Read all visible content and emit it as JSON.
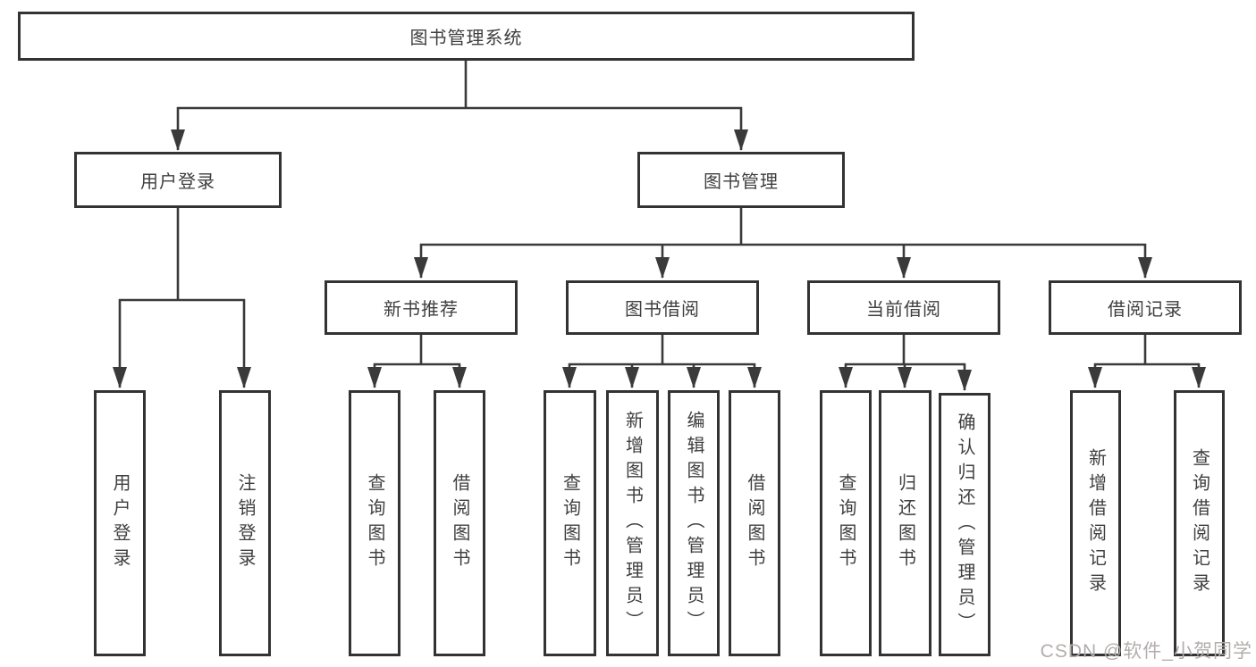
{
  "colors": {
    "line": "#3a3a3a",
    "box_border": "#333333",
    "text": "#3f3f3f",
    "watermark": "#b3adad",
    "background": "#ffffff"
  },
  "watermark": {
    "text": "CSDN @软件_小贺同学"
  },
  "tree": {
    "label": "图书管理系统",
    "children": [
      {
        "label": "用户登录",
        "children": [
          {
            "label": "用户登录"
          },
          {
            "label": "注销登录"
          }
        ]
      },
      {
        "label": "图书管理",
        "children": [
          {
            "label": "新书推荐",
            "children": [
              {
                "label": "查询图书"
              },
              {
                "label": "借阅图书"
              }
            ]
          },
          {
            "label": "图书借阅",
            "children": [
              {
                "label": "查询图书"
              },
              {
                "label": "新增图书（管理员）"
              },
              {
                "label": "编辑图书（管理员）"
              },
              {
                "label": "借阅图书"
              }
            ]
          },
          {
            "label": "当前借阅",
            "children": [
              {
                "label": "查询图书"
              },
              {
                "label": "归还图书"
              },
              {
                "label": "确认归还（管理员）"
              }
            ]
          },
          {
            "label": "借阅记录",
            "children": [
              {
                "label": "新增借阅记录"
              },
              {
                "label": "查询借阅记录"
              }
            ]
          }
        ]
      }
    ]
  }
}
